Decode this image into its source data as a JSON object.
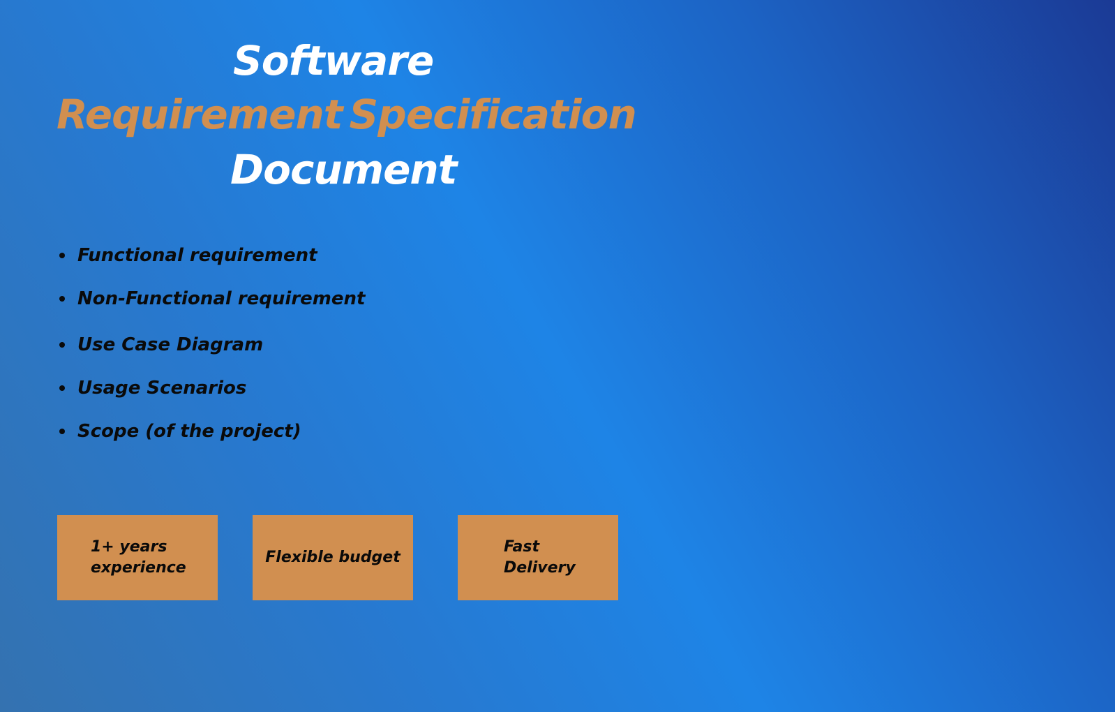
{
  "slide": {
    "title": {
      "line1": "Software",
      "line2_word1": "Requirement",
      "line2_word2": "Specification",
      "line3": "Document"
    },
    "bullets": [
      "Functional requirement",
      "Non-Functional requirement",
      "Use Case Diagram",
      "Usage Scenarios",
      "Scope (of the project)"
    ],
    "cards": [
      {
        "line1": "1+ years",
        "line2": "experience"
      },
      {
        "line1": "Flexible budget"
      },
      {
        "line1": "Fast",
        "line2": "Delivery"
      }
    ]
  },
  "colors": {
    "accent": "#d18f50",
    "title_white": "#ffffff",
    "text_dark": "#0a0a0a",
    "background_light": "#1e84e6",
    "background_dark": "#1b3a95"
  }
}
